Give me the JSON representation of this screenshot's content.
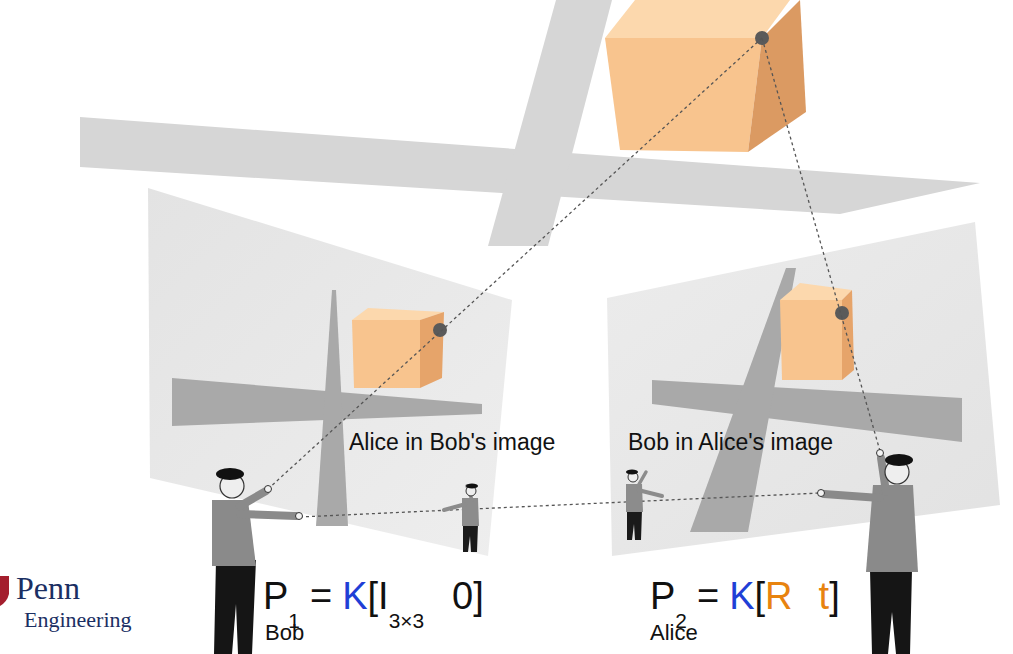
{
  "diagram": {
    "labels": [
      "Alice in Bob's image",
      "Bob in Alice's image",
      "P",
      "1",
      "=",
      "K",
      "[",
      "I",
      "3×3",
      "0",
      "]",
      "Bob",
      "P",
      "2",
      "=",
      "K",
      "[",
      "R",
      "t",
      "]",
      "Alice",
      "Penn",
      "Engineering"
    ]
  }
}
